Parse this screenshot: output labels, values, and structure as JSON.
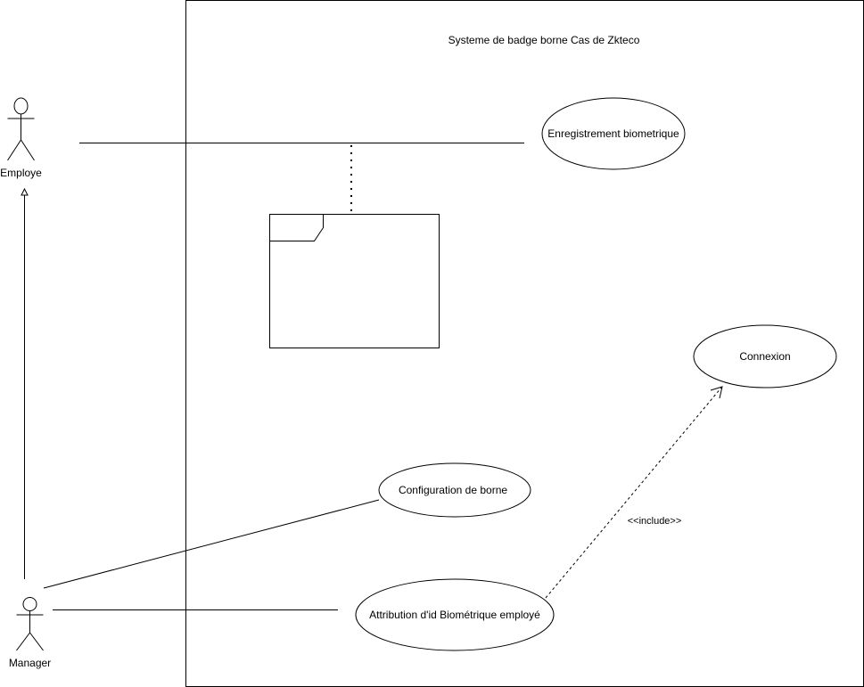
{
  "system": {
    "title": "Systeme de badge borne Cas de Zkteco"
  },
  "actors": {
    "employe": {
      "label": "Employe"
    },
    "manager": {
      "label": "Manager"
    }
  },
  "use_cases": {
    "enregistrement": {
      "label": "Enregistrement biometrique"
    },
    "connexion": {
      "label": "Connexion"
    },
    "configuration": {
      "label": "Configuration de borne"
    },
    "attribution": {
      "label": "Attribution d'id Biométrique employé"
    }
  },
  "relations": {
    "include_label": "<<include>>"
  },
  "colors": {
    "stroke": "#000000",
    "fill": "#ffffff",
    "text": "#000000"
  }
}
